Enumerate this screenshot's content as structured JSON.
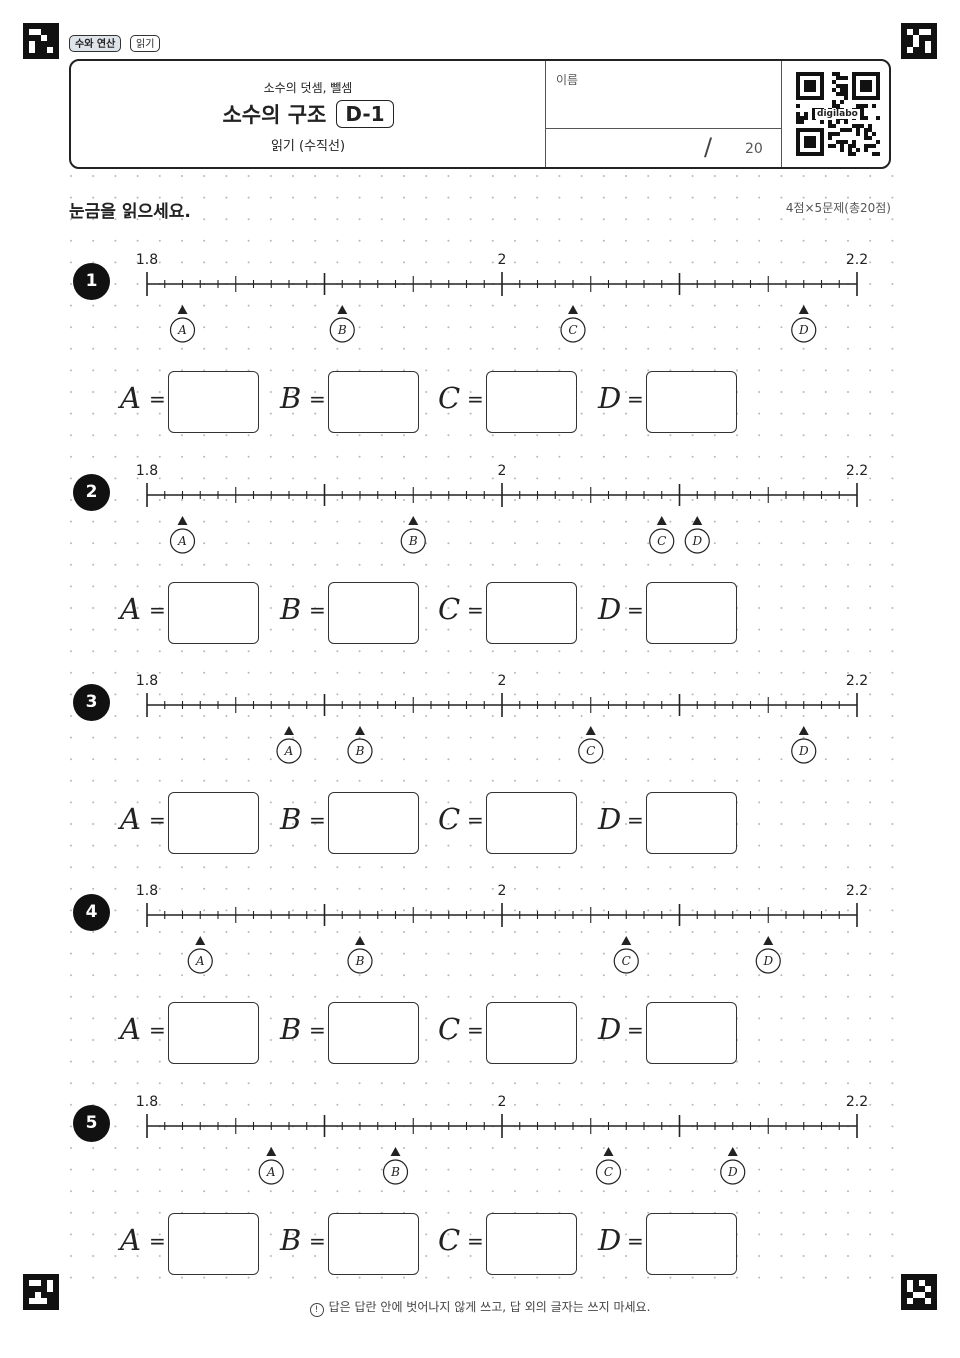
{
  "tags": [
    "수와 연산",
    "읽기"
  ],
  "header": {
    "subtitle": "소수의 덧셈, 뺄셈",
    "title": "소수의 구조",
    "code": "D-1",
    "desc": "읽기 (수직선)",
    "name_label": "이름",
    "score_slash": "/",
    "score_total": "20",
    "qr_label": "digilabo"
  },
  "instruction": "눈금을 읽으세요.",
  "points": "4점×5문제(총20점)",
  "number_line": {
    "start": 1.8,
    "end": 2.2,
    "labels": [
      "1.8",
      "2",
      "2.2"
    ],
    "step": 0.01
  },
  "problems": [
    {
      "num": "1",
      "points": [
        {
          "label": "A",
          "value": 1.82
        },
        {
          "label": "B",
          "value": 1.91
        },
        {
          "label": "C",
          "value": 2.04
        },
        {
          "label": "D",
          "value": 2.17
        }
      ]
    },
    {
      "num": "2",
      "points": [
        {
          "label": "A",
          "value": 1.82
        },
        {
          "label": "B",
          "value": 1.95
        },
        {
          "label": "C",
          "value": 2.09
        },
        {
          "label": "D",
          "value": 2.11
        }
      ]
    },
    {
      "num": "3",
      "points": [
        {
          "label": "A",
          "value": 1.88
        },
        {
          "label": "B",
          "value": 1.92
        },
        {
          "label": "C",
          "value": 2.05
        },
        {
          "label": "D",
          "value": 2.17
        }
      ]
    },
    {
      "num": "4",
      "points": [
        {
          "label": "A",
          "value": 1.83
        },
        {
          "label": "B",
          "value": 1.92
        },
        {
          "label": "C",
          "value": 2.07
        },
        {
          "label": "D",
          "value": 2.15
        }
      ]
    },
    {
      "num": "5",
      "points": [
        {
          "label": "A",
          "value": 1.87
        },
        {
          "label": "B",
          "value": 1.94
        },
        {
          "label": "C",
          "value": 2.06
        },
        {
          "label": "D",
          "value": 2.13
        }
      ]
    }
  ],
  "answer_labels": [
    "A",
    "B",
    "C",
    "D"
  ],
  "equals": "=",
  "footer_icon": "!",
  "footer": "답은 답란 안에 벗어나지 않게 쓰고, 답 외의 글자는 쓰지 마세요."
}
